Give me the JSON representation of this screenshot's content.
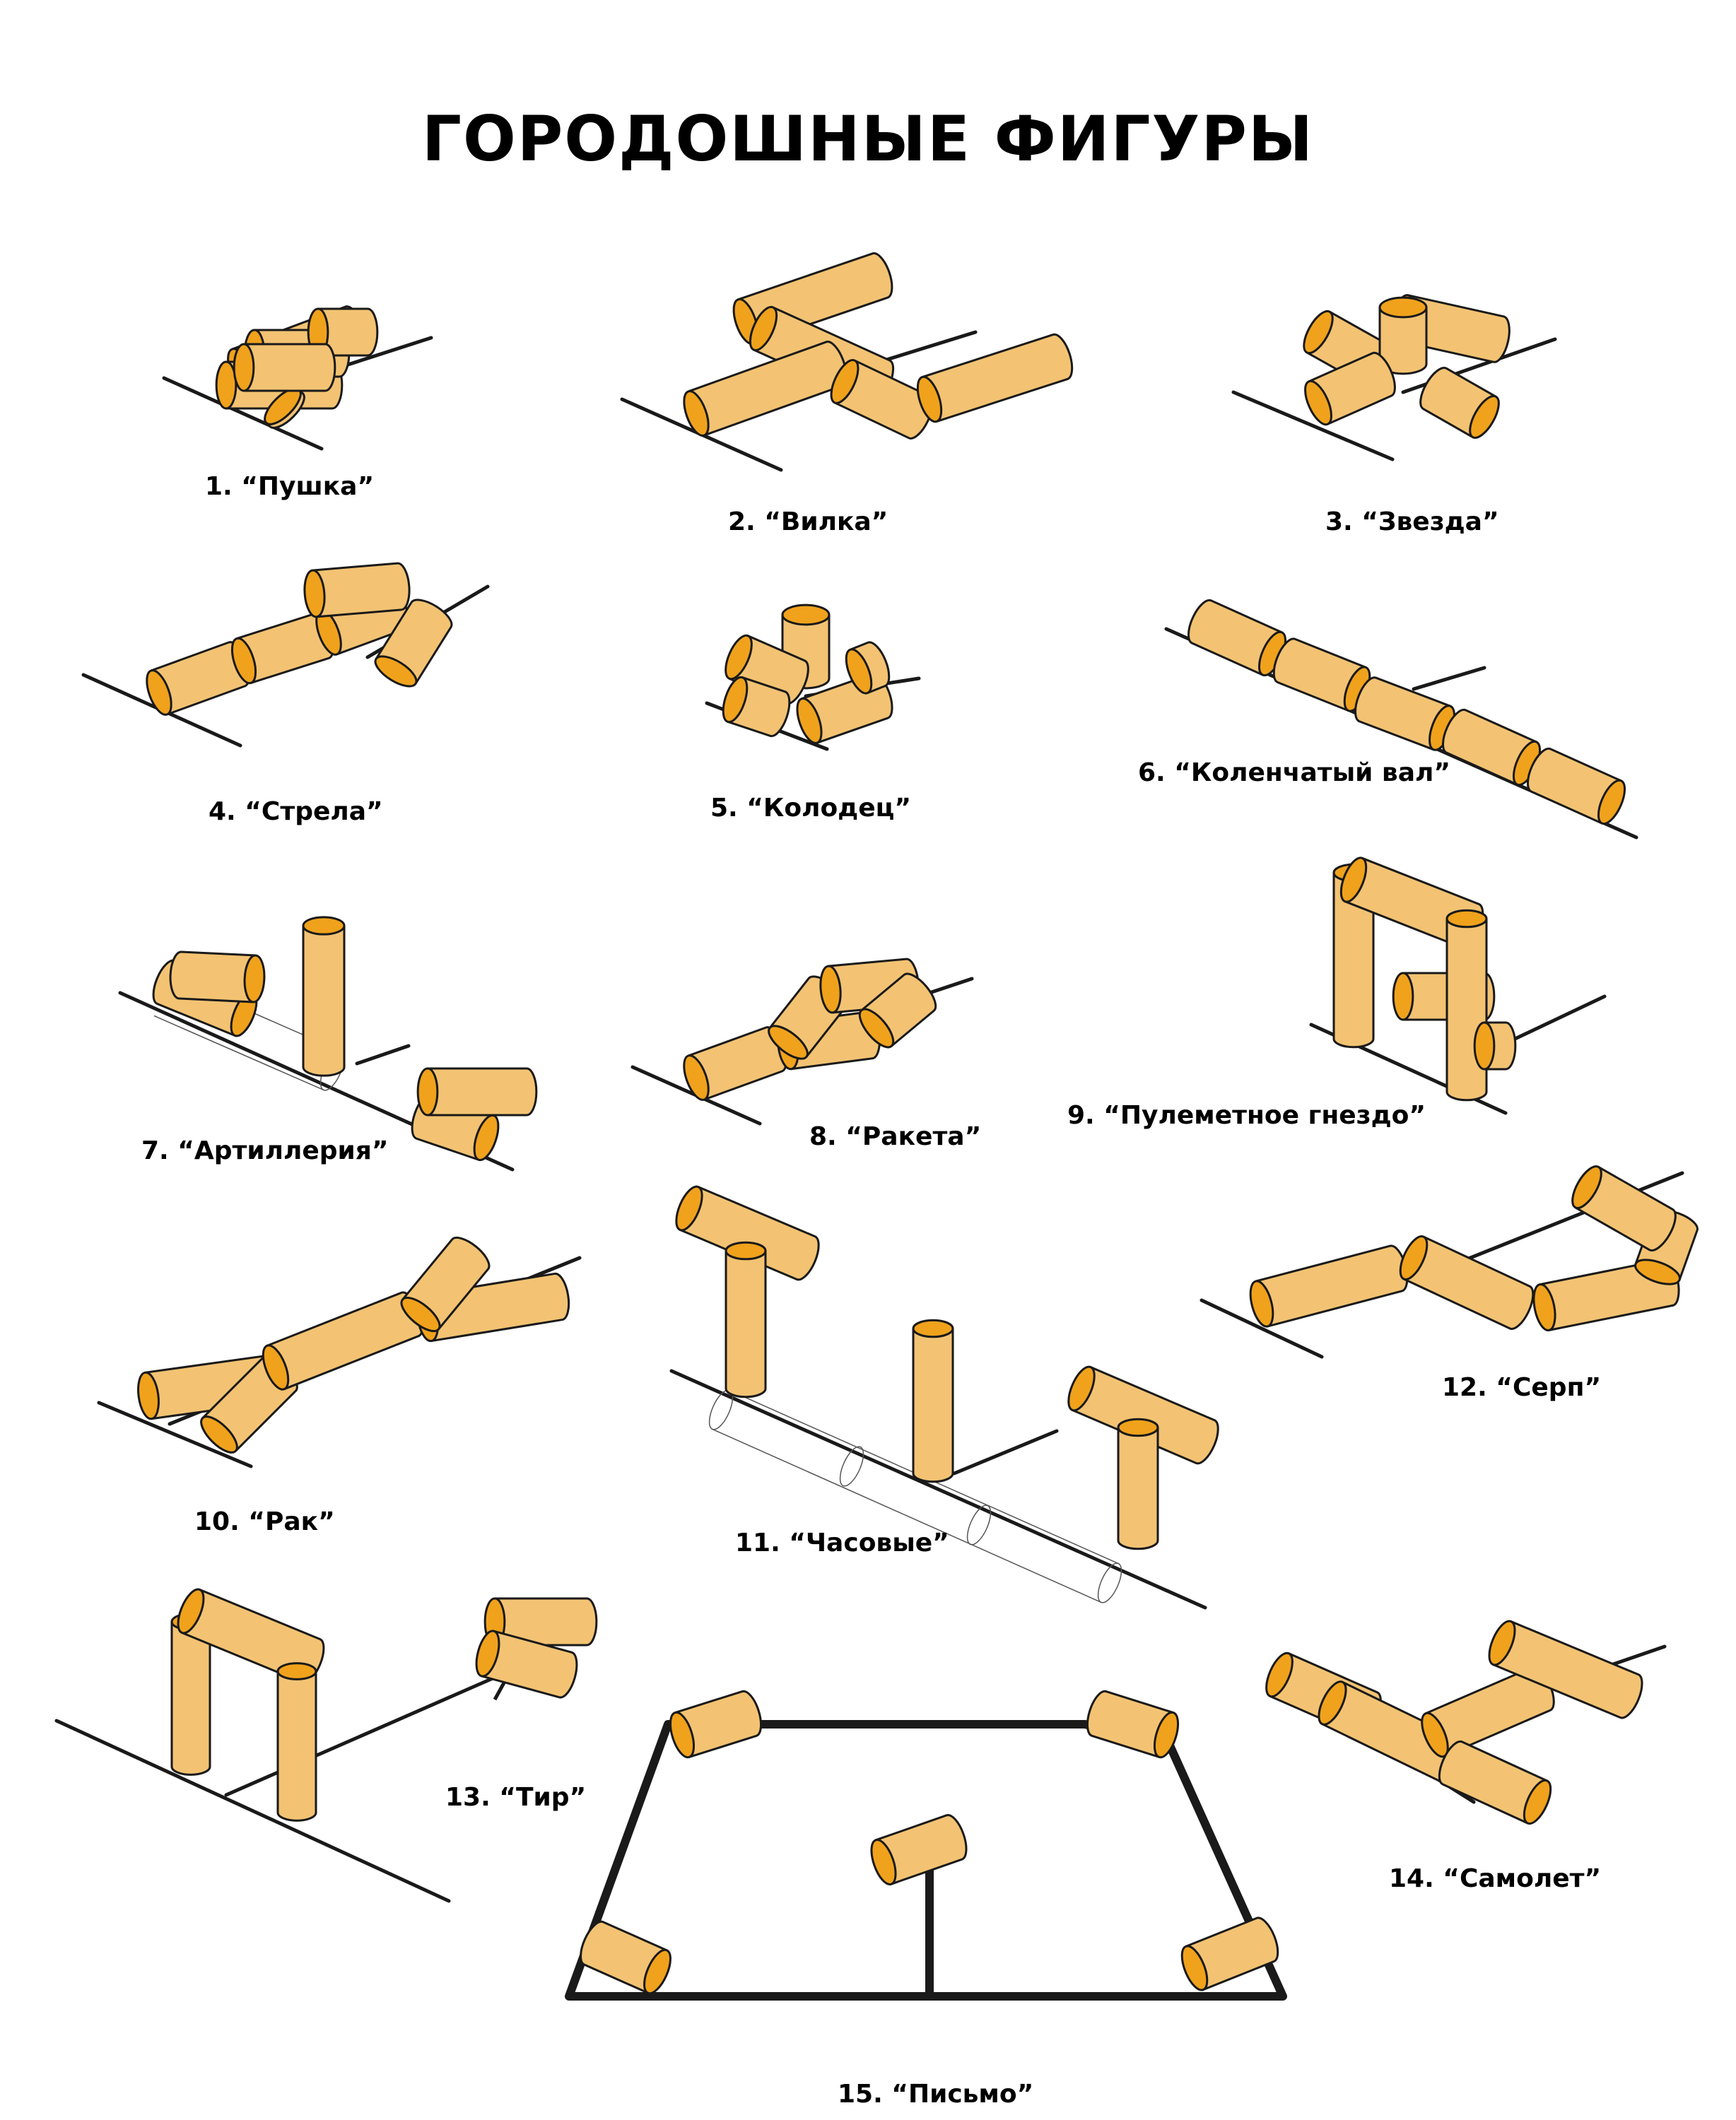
{
  "title": "ГОРОДОШНЫЕ ФИГУРЫ",
  "colors": {
    "body": "#F3C373",
    "end": "#F0A21C",
    "line": "#1A1A1A"
  },
  "figures": [
    {
      "id": 1,
      "label": "1. “Пушка”"
    },
    {
      "id": 2,
      "label": "2. “Вилка”"
    },
    {
      "id": 3,
      "label": "3. “Звезда”"
    },
    {
      "id": 4,
      "label": "4. “Стрела”"
    },
    {
      "id": 5,
      "label": "5. “Колодец”"
    },
    {
      "id": 6,
      "label": "6. “Коленчатый вал”"
    },
    {
      "id": 7,
      "label": "7. “Артиллерия”"
    },
    {
      "id": 8,
      "label": "8. “Ракета”"
    },
    {
      "id": 9,
      "label": "9. “Пулеметное гнездо”"
    },
    {
      "id": 10,
      "label": "10. “Рак”"
    },
    {
      "id": 11,
      "label": "11. “Часовые”"
    },
    {
      "id": 12,
      "label": "12. “Серп”"
    },
    {
      "id": 13,
      "label": "13. “Тир”"
    },
    {
      "id": 14,
      "label": "14. “Самолет”"
    },
    {
      "id": 15,
      "label": "15. “Письмо”"
    }
  ]
}
